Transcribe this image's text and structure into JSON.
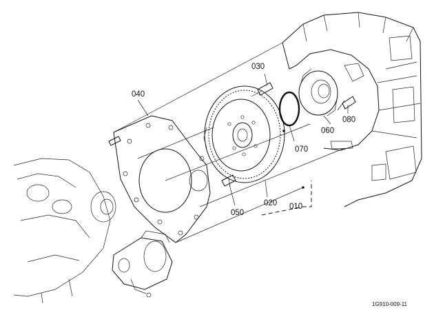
{
  "parts": [
    {
      "label": "010"
    },
    {
      "label": "020"
    },
    {
      "label": "030"
    },
    {
      "label": "040"
    },
    {
      "label": "050"
    },
    {
      "label": "060"
    },
    {
      "label": "070"
    },
    {
      "label": "080"
    }
  ],
  "figure_code": "1G910-009-11"
}
